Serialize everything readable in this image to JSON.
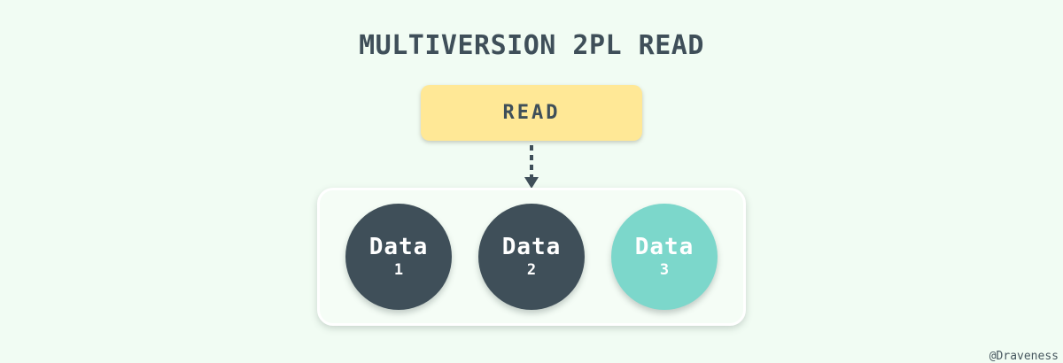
{
  "page": {
    "background_color": "#f1fcf3"
  },
  "title": {
    "text": "MULTIVERSION 2PL READ",
    "color": "#3f4f59"
  },
  "read_box": {
    "label": "READ",
    "background": "#ffe896",
    "text_color": "#3f4f59"
  },
  "arrow": {
    "style": "dashed",
    "direction": "down",
    "color": "#3f4f59"
  },
  "container": {
    "background": "#f5fdf6",
    "border_color": "#ffffff"
  },
  "data_items": [
    {
      "label": "Data",
      "number": "1",
      "background": "#3f4f59",
      "text_color": "#ffffff"
    },
    {
      "label": "Data",
      "number": "2",
      "background": "#3f4f59",
      "text_color": "#ffffff"
    },
    {
      "label": "Data",
      "number": "3",
      "background": "#7cd7cb",
      "text_color": "#ffffff"
    }
  ],
  "watermark": {
    "text": "@Draveness",
    "color": "#47575f"
  }
}
